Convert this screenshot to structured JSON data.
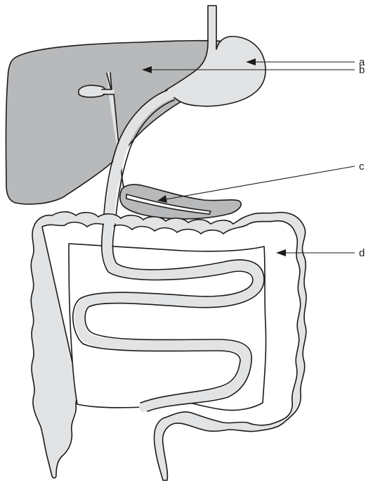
{
  "labels": {
    "a": "a",
    "b": "b",
    "c": "c",
    "d": "d"
  },
  "colors": {
    "liver": "#b8b9bb",
    "pancreas": "#b8b9bb",
    "stomach": "#e2e3e4",
    "intestine": "#e2e3e4",
    "outline": "#1a1a1a"
  }
}
